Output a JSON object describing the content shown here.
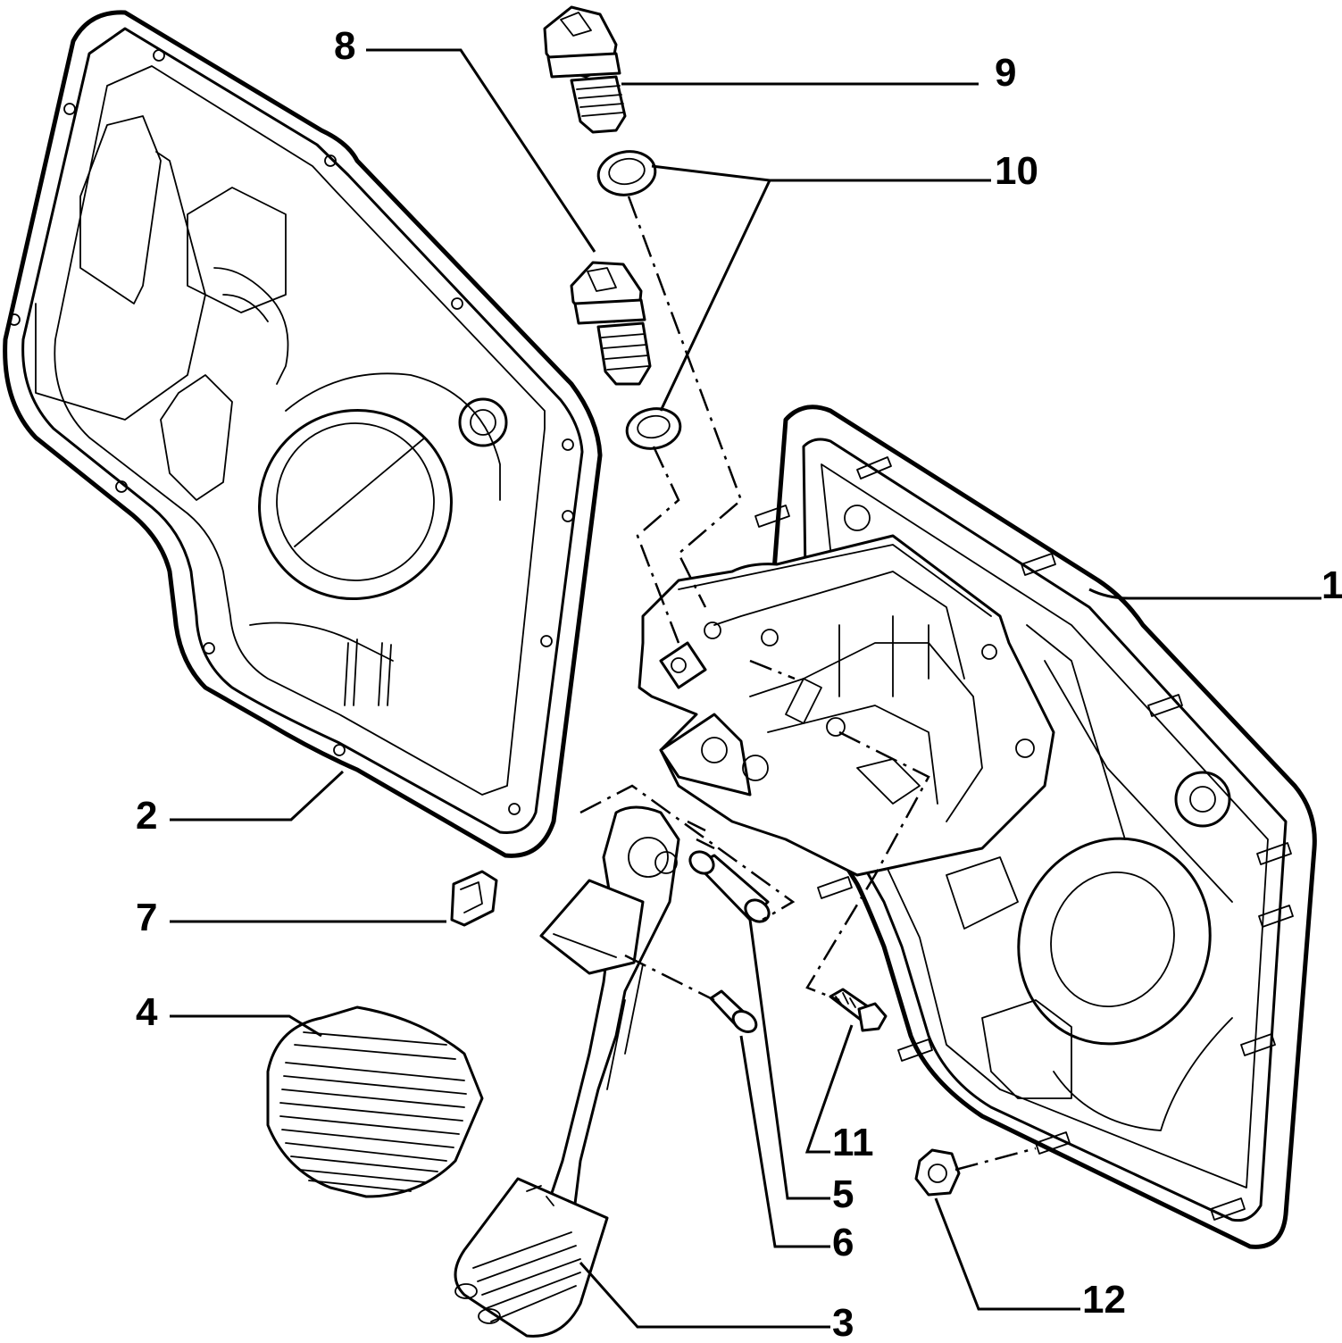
{
  "diagram": {
    "title": "Pedal assembly exploded view",
    "callouts": [
      {
        "id": "c1",
        "label": "1"
      },
      {
        "id": "c2",
        "label": "2"
      },
      {
        "id": "c3",
        "label": "3"
      },
      {
        "id": "c4",
        "label": "4"
      },
      {
        "id": "c5",
        "label": "5"
      },
      {
        "id": "c6",
        "label": "6"
      },
      {
        "id": "c7",
        "label": "7"
      },
      {
        "id": "c8",
        "label": "8"
      },
      {
        "id": "c9",
        "label": "9"
      },
      {
        "id": "c10",
        "label": "10"
      },
      {
        "id": "c11",
        "label": "11"
      },
      {
        "id": "c12",
        "label": "12"
      }
    ]
  }
}
